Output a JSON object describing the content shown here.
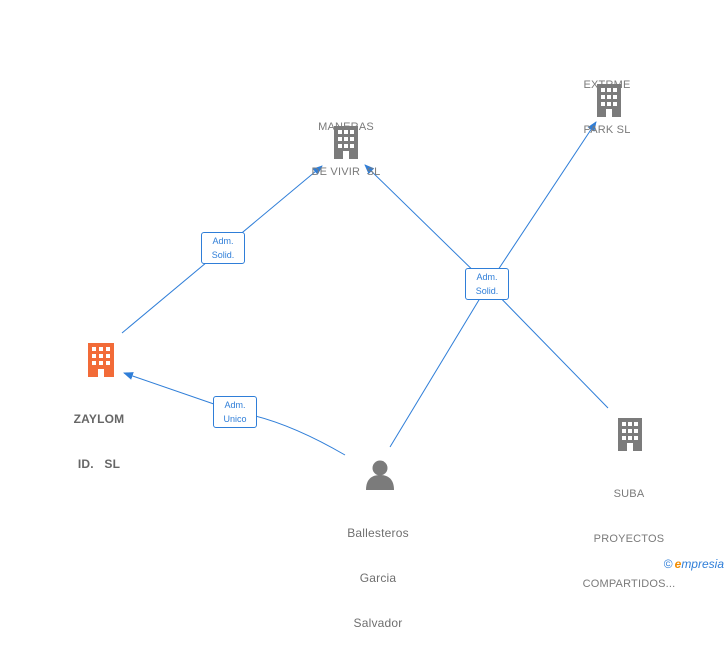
{
  "colors": {
    "edge": "#2f7ed8",
    "company_icon": "#7b7b7b",
    "company_icon_highlight": "#f26b38",
    "person_icon": "#7b7b7b"
  },
  "nodes": {
    "maneras": {
      "lines": [
        "MANERAS",
        "DE VIVIR  SL"
      ],
      "icon": "building-icon"
    },
    "extrme": {
      "lines": [
        "EXTRME",
        "PARK SL"
      ],
      "icon": "building-icon"
    },
    "zaylom": {
      "lines": [
        "ZAYLOM",
        "ID.   SL"
      ],
      "icon": "building-icon-highlight"
    },
    "suba": {
      "lines": [
        "SUBA",
        "PROYECTOS",
        "COMPARTIDOS..."
      ],
      "icon": "building-icon"
    },
    "ballesteros": {
      "lines": [
        "Ballesteros",
        "Garcia",
        "Salvador"
      ],
      "icon": "person-icon"
    }
  },
  "edge_labels": {
    "zaylom_maneras": [
      "Adm.",
      "Solid."
    ],
    "hub": [
      "Adm.",
      "Solid."
    ],
    "person_zaylom": [
      "Adm.",
      "Unico"
    ]
  },
  "logo": {
    "copyright": "©",
    "brand_first": "e",
    "brand_rest": "mpresia"
  }
}
